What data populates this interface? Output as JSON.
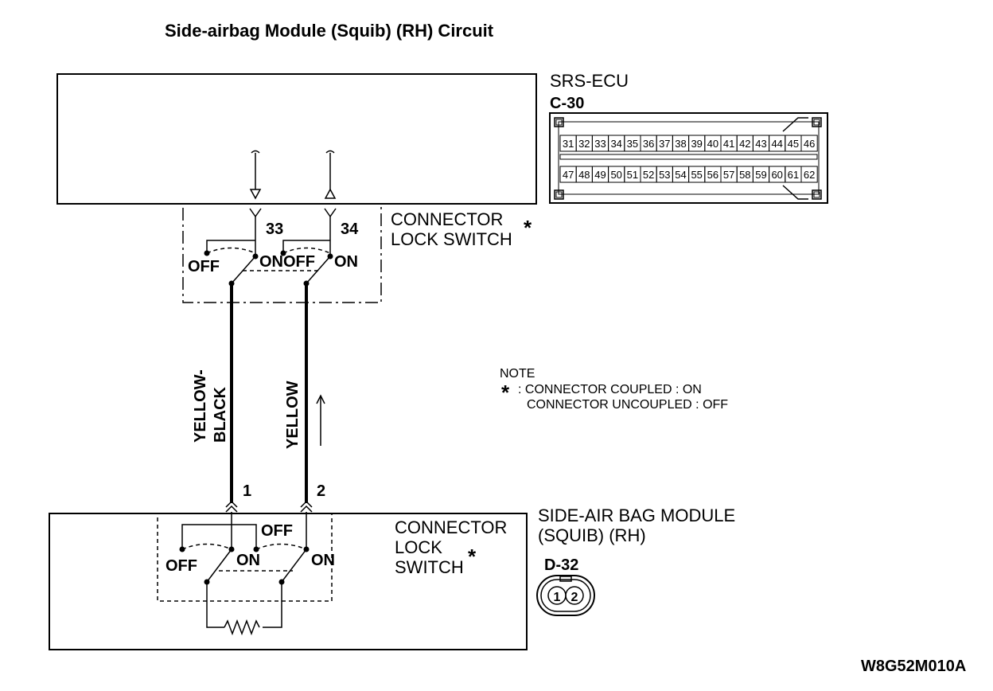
{
  "title": "Side-airbag Module (Squib) (RH) Circuit",
  "ecu": {
    "name": "SRS-ECU",
    "connector": "C-30",
    "pins_top": [
      "31",
      "32",
      "33",
      "34",
      "35",
      "36",
      "37",
      "38",
      "39",
      "40",
      "41",
      "42",
      "43",
      "44",
      "45",
      "46"
    ],
    "pins_bottom": [
      "47",
      "48",
      "49",
      "50",
      "51",
      "52",
      "53",
      "54",
      "55",
      "56",
      "57",
      "58",
      "59",
      "60",
      "61",
      "62"
    ]
  },
  "ecu_switch": {
    "label_line1": "CONNECTOR",
    "label_line2": "LOCK SWITCH",
    "star": "*",
    "pin_a": "33",
    "pin_b": "34",
    "off_a": "OFF",
    "on_a": "ON",
    "off_b": "OFF",
    "on_b": "ON"
  },
  "wires": {
    "wire1_line1": "YELLOW-",
    "wire1_line2": "BLACK",
    "wire2": "YELLOW",
    "pin1": "1",
    "pin2": "2"
  },
  "note": {
    "heading": "NOTE",
    "star": "*",
    "line1": ": CONNECTOR COUPLED : ON",
    "line2": "CONNECTOR UNCOUPLED : OFF"
  },
  "module": {
    "name_line1": "SIDE-AIR BAG MODULE",
    "name_line2": "(SQUIB) (RH)",
    "connector": "D-32",
    "switch_line1": "CONNECTOR",
    "switch_line2": "LOCK",
    "switch_line3": "SWITCH",
    "star": "*",
    "off_a": "OFF",
    "on_a": "ON",
    "off_b": "OFF",
    "on_b": "ON",
    "plug_pin1": "1",
    "plug_pin2": "2"
  },
  "diagram_code": "W8G52M010A"
}
